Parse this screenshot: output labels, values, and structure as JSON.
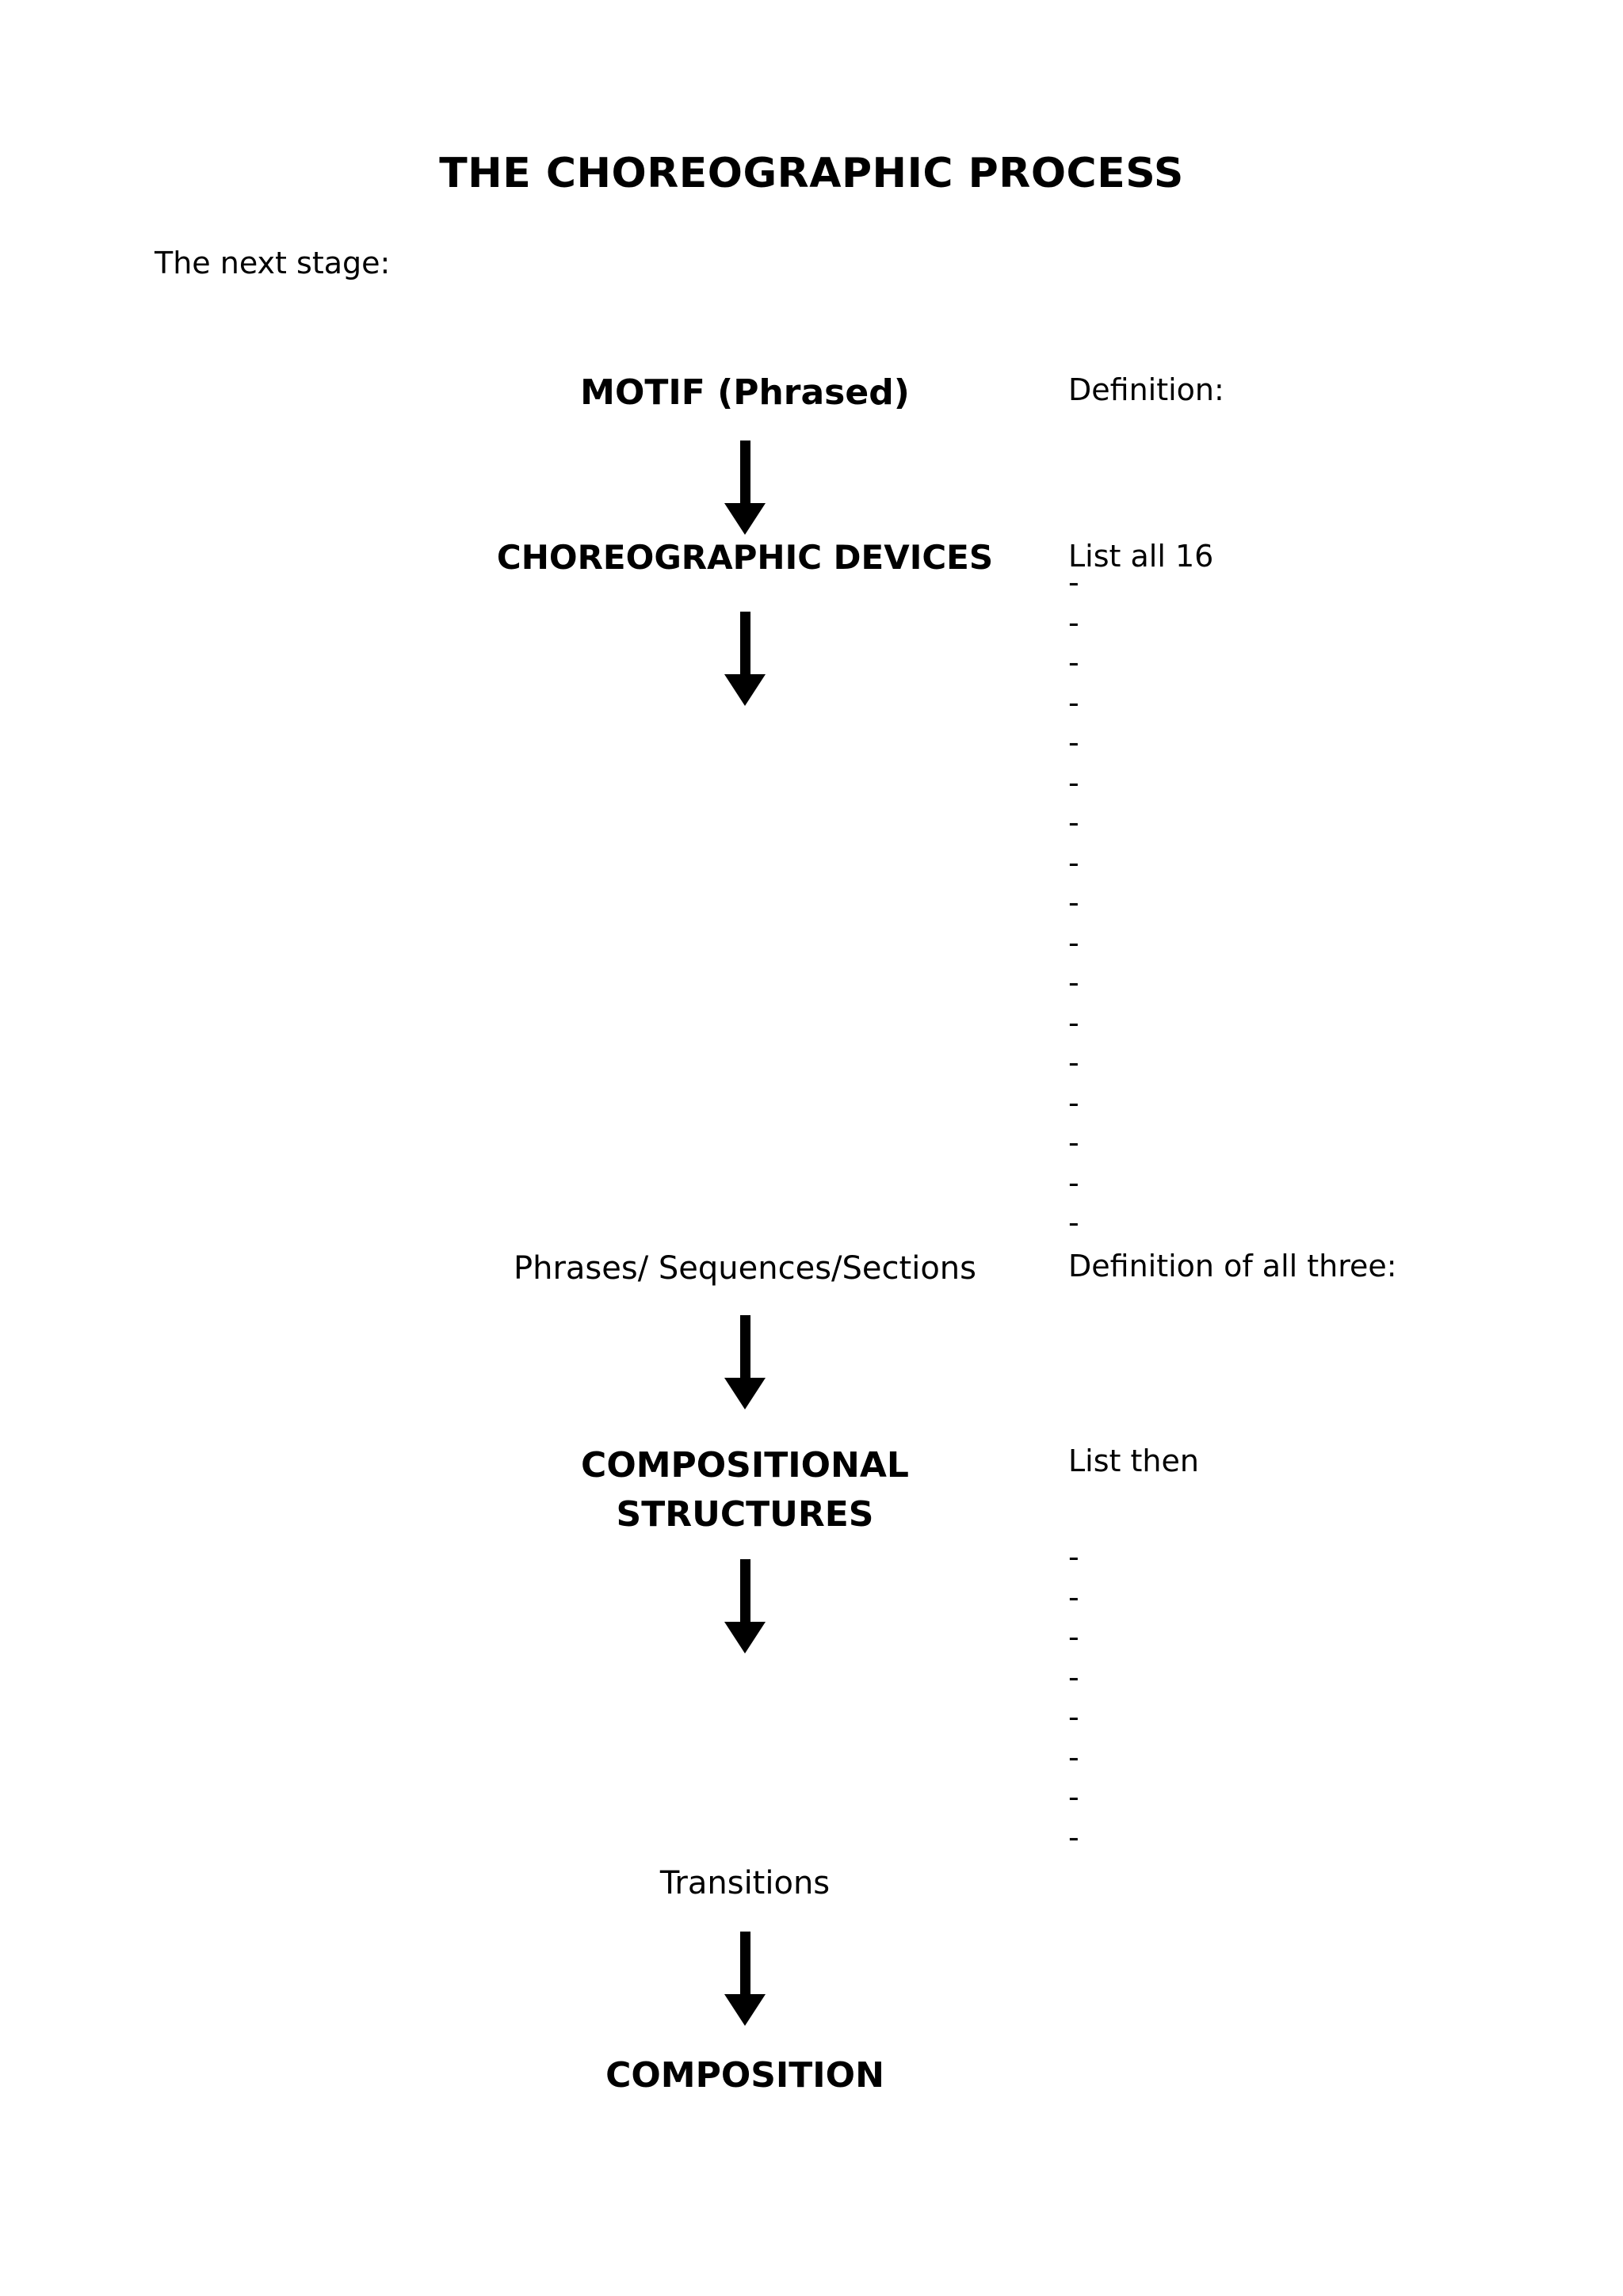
{
  "document": {
    "title": "THE CHOREOGRAPHIC PROCESS",
    "intro": "The next stage:"
  },
  "flow": {
    "nodes": [
      {
        "id": "motif",
        "label": "MOTIF (Phrased)"
      },
      {
        "id": "devices",
        "label": "CHOREOGRAPHIC DEVICES"
      },
      {
        "id": "phrases",
        "label": "Phrases/ Sequences/Sections"
      },
      {
        "id": "structures_1",
        "label": "COMPOSITIONAL"
      },
      {
        "id": "structures_2",
        "label": "STRUCTURES"
      },
      {
        "id": "transitions",
        "label": "Transitions"
      },
      {
        "id": "composition",
        "label": "COMPOSITION"
      }
    ],
    "arrow_icon_name": "down-arrow-icon"
  },
  "notes": {
    "definition": "Definition:",
    "list_all_16": "List all 16",
    "definition_all_three": "Definition of all three:",
    "list_then": "List then",
    "dash": "-",
    "devices_blank_count": 17,
    "structures_blank_count": 8
  },
  "colors": {
    "background": "#ffffff",
    "text": "#000000",
    "arrow": "#000000"
  }
}
